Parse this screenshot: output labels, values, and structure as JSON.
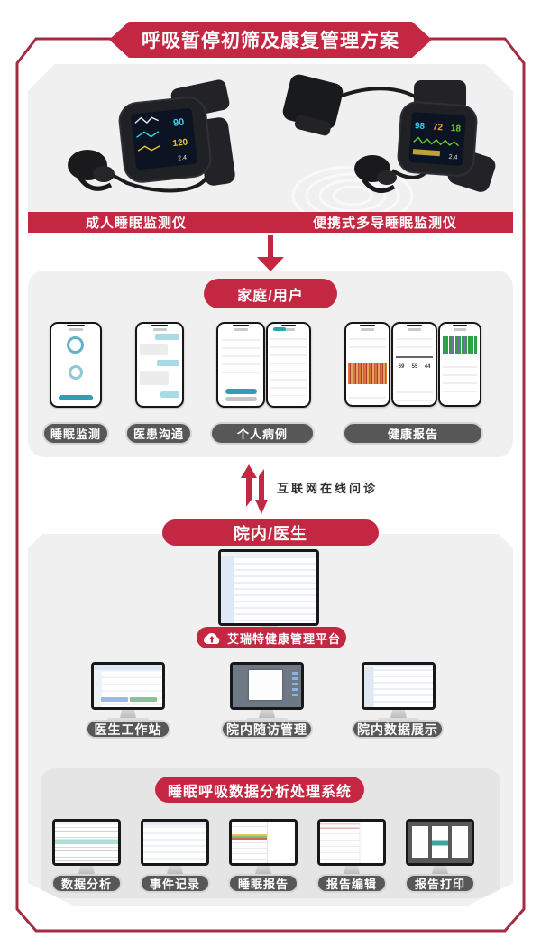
{
  "title": "呼吸暂停初筛及康复管理方案",
  "colors": {
    "primary_red": "#c42742",
    "border_red": "#a52c40",
    "pill_gray": "#585656"
  },
  "devices": {
    "left": {
      "label": "成人睡眠监测仪",
      "readings": [
        "90",
        "120",
        "2.4"
      ]
    },
    "right": {
      "label": "便携式多导睡眠监测仪",
      "readings": [
        "98",
        "72",
        "18",
        "2.4"
      ]
    }
  },
  "family": {
    "title": "家庭/用户",
    "apps": [
      "睡眠监测",
      "医患沟通",
      "个人病例",
      "健康报告"
    ],
    "report_numbers": [
      "69",
      "55",
      "44"
    ]
  },
  "link": {
    "label": "互联网在线问诊"
  },
  "hospital": {
    "title": "院内/医生",
    "platform": "艾瑞特健康管理平台",
    "stations": [
      "医生工作站",
      "院内随访管理",
      "院内数据展示"
    ]
  },
  "analysis": {
    "title": "睡眠呼吸数据分析处理系统",
    "modules": [
      "数据分析",
      "事件记录",
      "睡眠报告",
      "报告编辑",
      "报告打印"
    ]
  }
}
